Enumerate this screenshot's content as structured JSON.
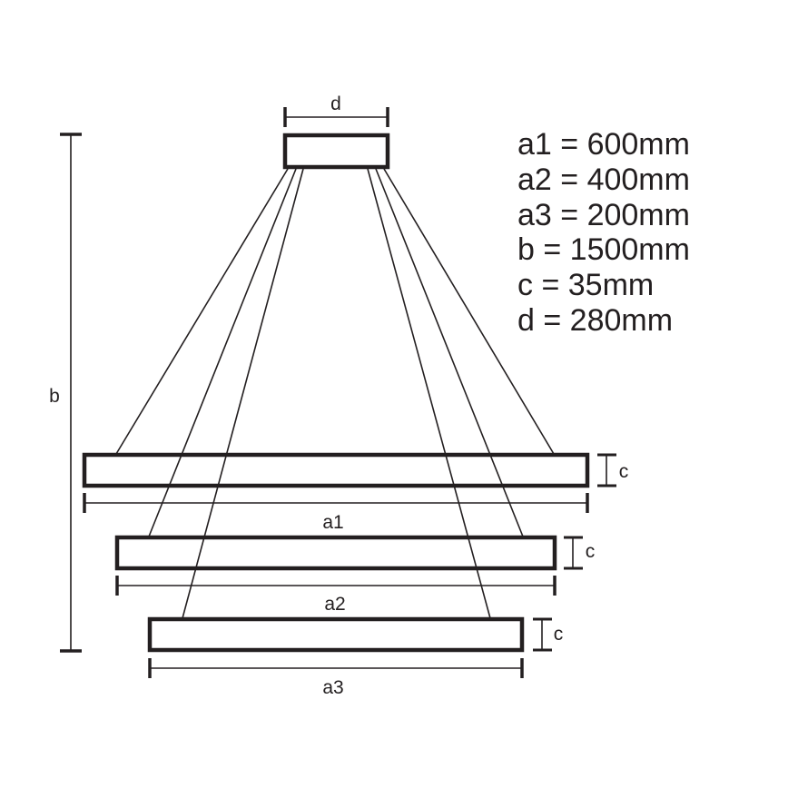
{
  "labels": {
    "d": "d",
    "b": "b",
    "a1": "a1",
    "a2": "a2",
    "a3": "a3",
    "c1": "c",
    "c2": "c",
    "c3": "c"
  },
  "specs": [
    "a1 = 600mm",
    "a2 = 400mm",
    "a3 = 200mm",
    "b = 1500mm",
    "c = 35mm",
    "d = 280mm"
  ],
  "colors": {
    "line": "#231f20",
    "background": "#ffffff"
  }
}
